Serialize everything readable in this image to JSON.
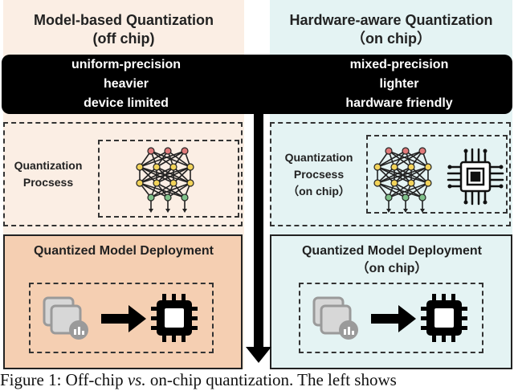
{
  "left_column": {
    "title_line1": "Model-based Quantization",
    "title_line2": "(off chip)",
    "banner_items": [
      "uniform-precision",
      "heavier",
      "device limited"
    ],
    "process_label_line1": "Quantization",
    "process_label_line2": "Procsess",
    "deployment_title": "Quantized Model Deployment"
  },
  "right_column": {
    "title_line1": "Hardware-aware Quantization",
    "title_line2": "（on chip）",
    "banner_items": [
      "mixed-precision",
      "lighter",
      "hardware friendly"
    ],
    "process_label_line1": "Quantization",
    "process_label_line2": "Procsess",
    "process_label_line3": "（on chip）",
    "deployment_title_line1": "Quantized Model Deployment",
    "deployment_title_line2": "（on chip）"
  },
  "caption": {
    "prefix": "Figure 1: Off-chip ",
    "emph": "vs.",
    "suffix": " on-chip quantization. The left shows"
  },
  "colors": {
    "left_bg": "#fbeee4",
    "right_bg": "#e4f3f3",
    "deploy_left_bg": "#f5cfb2",
    "banner": "#000000",
    "node_red": "#e07a7a",
    "node_yellow": "#f2d35a",
    "node_green": "#7fc18a"
  }
}
